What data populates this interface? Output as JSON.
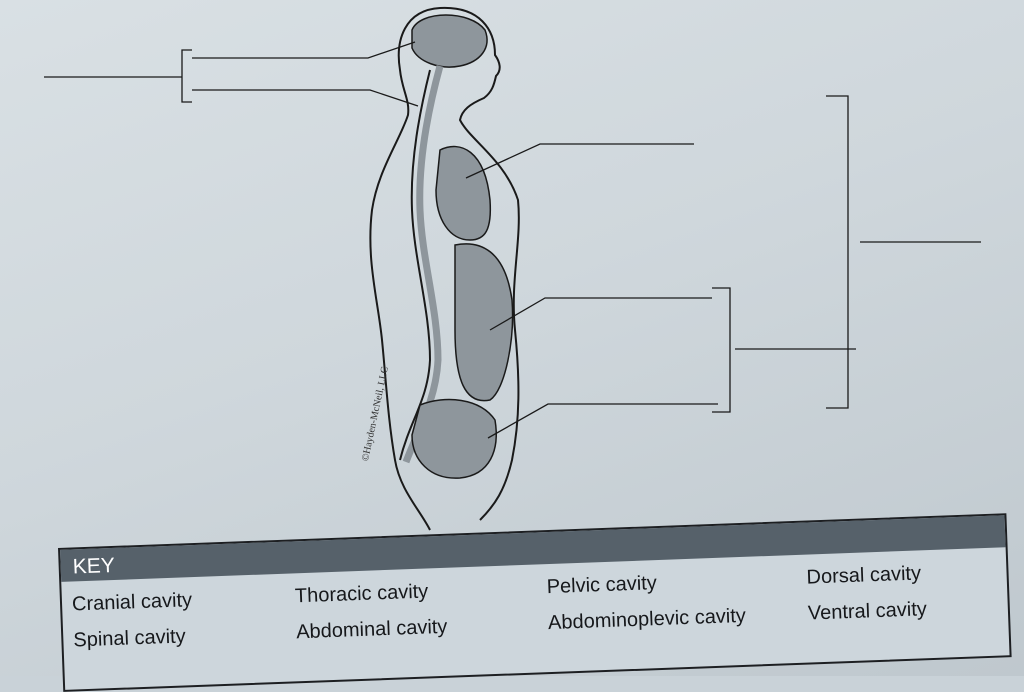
{
  "figure": {
    "credit": "©Hayden-McNeil, LLC",
    "cavity_fill": "#8e969c",
    "line_color": "#1a1a1a"
  },
  "key": {
    "title": "KEY",
    "items": [
      "Cranial cavity",
      "Spinal cavity",
      "Thoracic cavity",
      "Abdominal cavity",
      "Pelvic cavity",
      "Abdominoplevic cavity",
      "Dorsal cavity",
      "Ventral cavity"
    ]
  }
}
